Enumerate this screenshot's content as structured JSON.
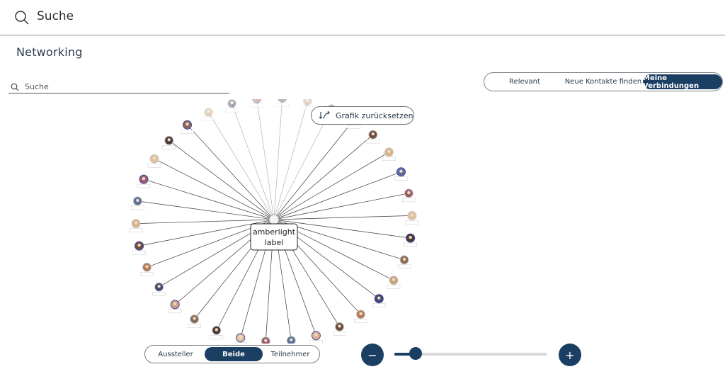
{
  "header": {
    "search_label": "Suche",
    "search_icon": "search-icon"
  },
  "page": {
    "title": "Networking"
  },
  "search": {
    "placeholder": "Suche",
    "value": ""
  },
  "filter_tabs": {
    "items": [
      "Relevant",
      "Neue Kontakte finden",
      "Meine Verbindungen"
    ],
    "selected": "Meine Verbindungen"
  },
  "graph": {
    "center_label": [
      "amberlight",
      "label"
    ],
    "reset_label": "Grafik zurücksetzen",
    "node_count": 34,
    "edge_color": "#222222"
  },
  "role_tabs": {
    "items": [
      "Aussteller",
      "Beide",
      "Teilnehmer"
    ],
    "selected": "Beide"
  },
  "zoom": {
    "minus_symbol": "−",
    "plus_symbol": "+",
    "level": 0.14
  },
  "colors": {
    "accent": "#1b3e63",
    "border": "#7b8087"
  }
}
